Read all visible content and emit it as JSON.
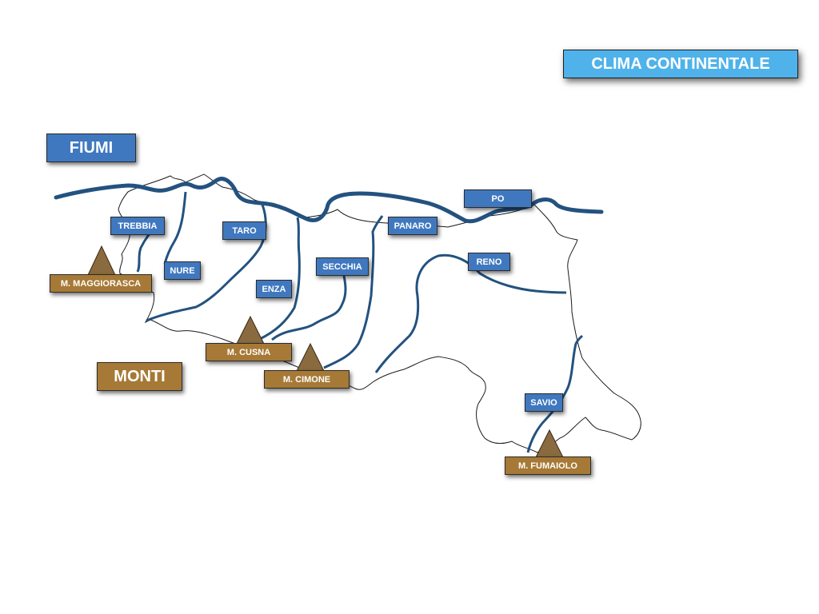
{
  "title": "CLIMA CONTINENTALE",
  "legend": {
    "rivers": "FIUMI",
    "mountains": "MONTI"
  },
  "rivers": [
    {
      "id": "po",
      "label": "PO"
    },
    {
      "id": "trebbia",
      "label": "TREBBIA"
    },
    {
      "id": "nure",
      "label": "NURE"
    },
    {
      "id": "taro",
      "label": "TARO"
    },
    {
      "id": "enza",
      "label": "ENZA"
    },
    {
      "id": "secchia",
      "label": "SECCHIA"
    },
    {
      "id": "panaro",
      "label": "PANARO"
    },
    {
      "id": "reno",
      "label": "RENO"
    },
    {
      "id": "savio",
      "label": "SAVIO"
    }
  ],
  "mountains": [
    {
      "id": "maggiorasca",
      "label": "M. MAGGIORASCA"
    },
    {
      "id": "cusna",
      "label": "M. CUSNA"
    },
    {
      "id": "cimone",
      "label": "M. CIMONE"
    },
    {
      "id": "fumaiolo",
      "label": "M. FUMAIOLO"
    }
  ],
  "colors": {
    "river_line": "#23527f",
    "river_label": "#3f78bf",
    "mountain_label": "#a67936",
    "mountain_icon": "#8a6a3f",
    "title_box": "#4fb2ea",
    "border_line": "#1a1a1a"
  }
}
